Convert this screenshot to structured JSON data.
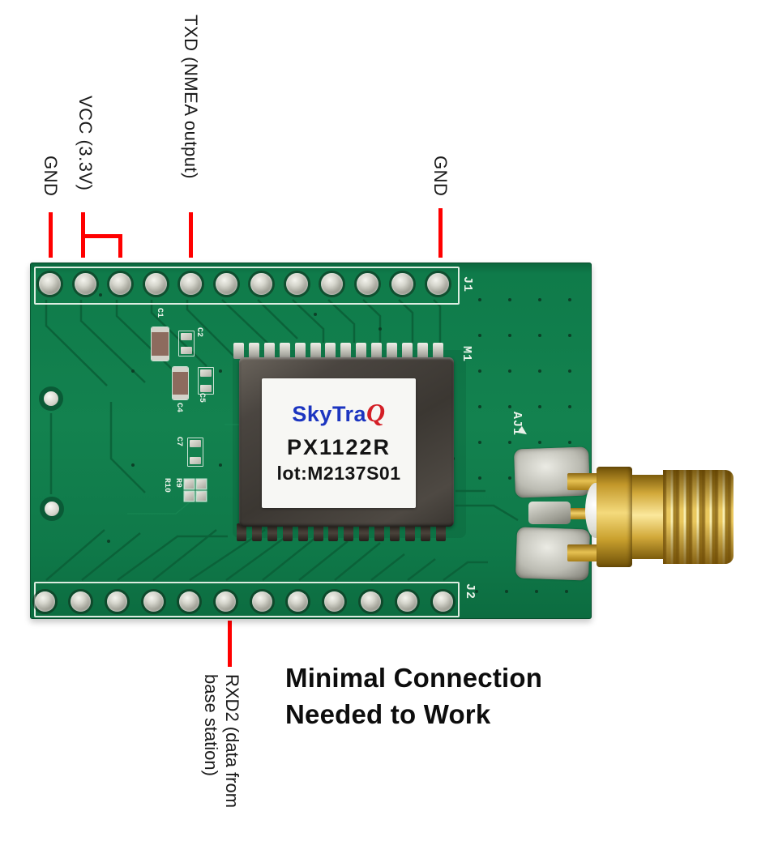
{
  "figure": {
    "type": "annotated-photo",
    "subject": "SkyTraQ PX1122R GNSS receiver evaluation board with SMA antenna connector"
  },
  "annotations": {
    "line_color": "#ff0000",
    "top_labels": [
      {
        "id": "gnd-left",
        "text": "GND"
      },
      {
        "id": "vcc",
        "text": "VCC (3.3V)"
      },
      {
        "id": "txd",
        "text": "TXD (NMEA output)"
      },
      {
        "id": "gnd-right",
        "text": "GND"
      }
    ],
    "rxd2_label": {
      "line1": "RXD2 (data from",
      "line2": "base station)"
    },
    "caption": {
      "line1": "Minimal Connection",
      "line2": "Needed to Work"
    }
  },
  "pcb": {
    "board_color": "#0f7b4a",
    "silkscreen_color": "#e9f2e9",
    "connector_gold_color": "#d2a93a",
    "refs": {
      "j1": "J1",
      "j2": "J2",
      "m1": "M1",
      "aj1": "AJ1"
    },
    "components": {
      "c1": "C1",
      "c2": "C2",
      "c4": "C4",
      "c5": "C5",
      "c7": "C7",
      "r9": "R9",
      "r10": "R10"
    },
    "headers": {
      "top_pins": 12,
      "bottom_pins": 12
    },
    "module": {
      "brand_primary": "SkyTra",
      "brand_accent": "Q",
      "brand_primary_color": "#1c35c0",
      "brand_accent_color": "#d41f26",
      "model": "PX1122R",
      "lot": "lot:M2137S01"
    }
  }
}
